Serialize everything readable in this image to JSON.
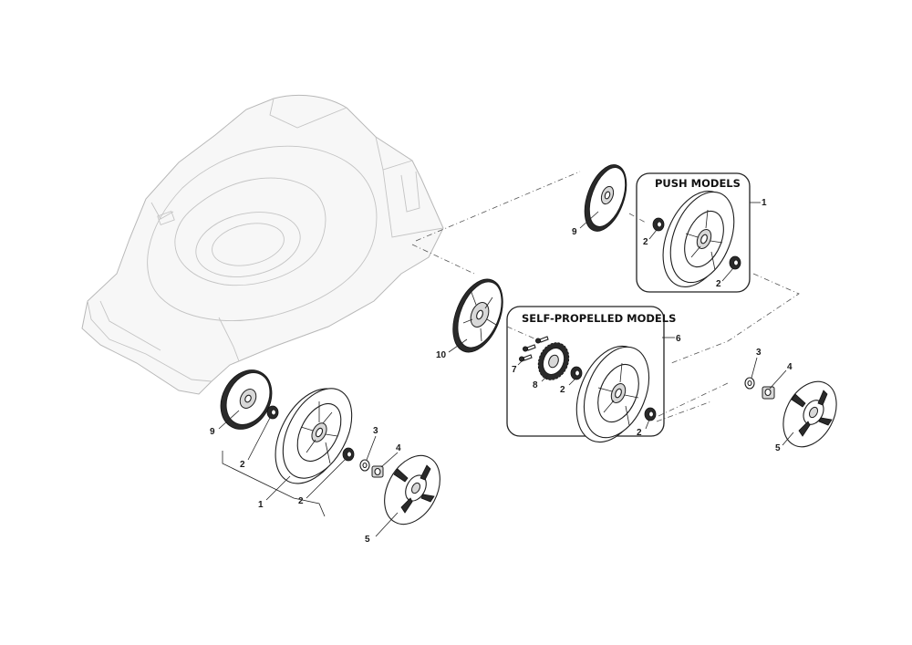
{
  "diagram": {
    "boxes": {
      "push": {
        "title": "PUSH MODELS",
        "ref": "1"
      },
      "self_propelled": {
        "title": "SELF-PROPELLED MODELS",
        "ref": "6"
      }
    },
    "labels": {
      "left_9": "9",
      "left_2a": "2",
      "left_1": "1",
      "left_2b": "2",
      "left_3": "3",
      "left_4": "4",
      "left_5": "5",
      "push_9": "9",
      "push_2a": "2",
      "push_2b": "2",
      "sp_10": "10",
      "sp_7": "7",
      "sp_8": "8",
      "sp_2a": "2",
      "sp_2b": "2",
      "right_3": "3",
      "right_4": "4",
      "right_5": "5"
    }
  }
}
